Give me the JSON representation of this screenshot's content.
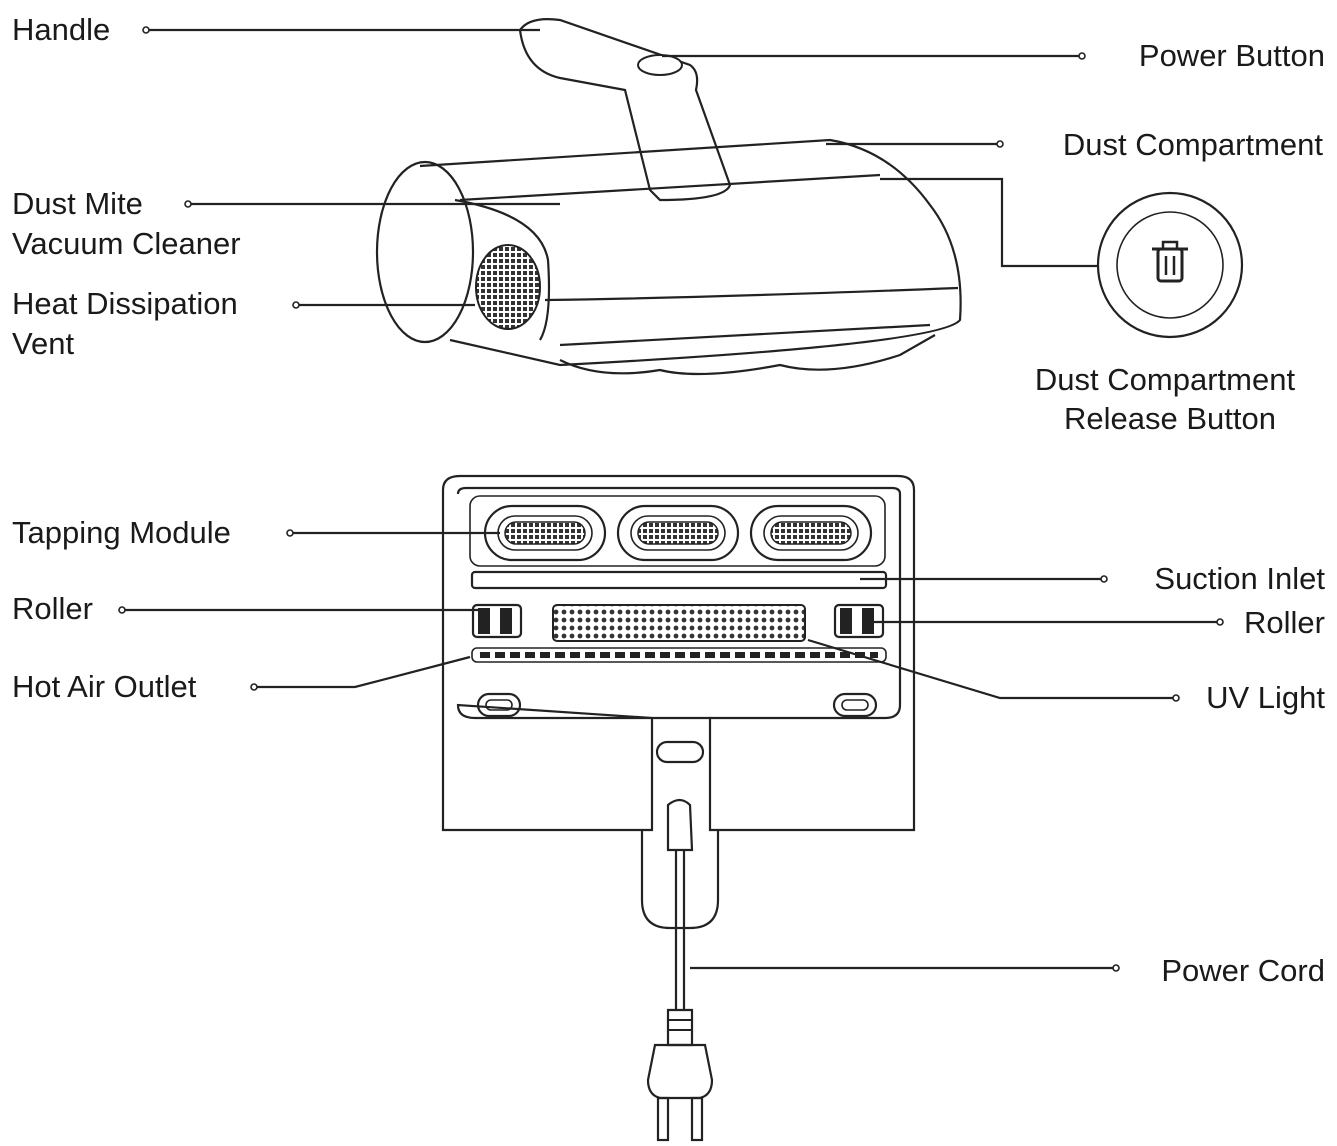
{
  "labels": {
    "handle": "Handle",
    "power_button": "Power Button",
    "dust_compartment": "Dust Compartment",
    "dust_mite_vacuum_line1": "Dust Mite",
    "dust_mite_vacuum_line2": "Vacuum Cleaner",
    "heat_vent_line1": "Heat Dissipation",
    "heat_vent_line2": "Vent",
    "release_button_line1": "Dust Compartment",
    "release_button_line2": "Release Button",
    "tapping_module": "Tapping Module",
    "roller_left": "Roller",
    "hot_air_outlet": "Hot Air Outlet",
    "suction_inlet": "Suction Inlet",
    "roller_right": "Roller",
    "uv_light": "UV Light",
    "power_cord": "Power Cord"
  },
  "icons": {
    "release_button_icon": "trash-can-icon"
  }
}
